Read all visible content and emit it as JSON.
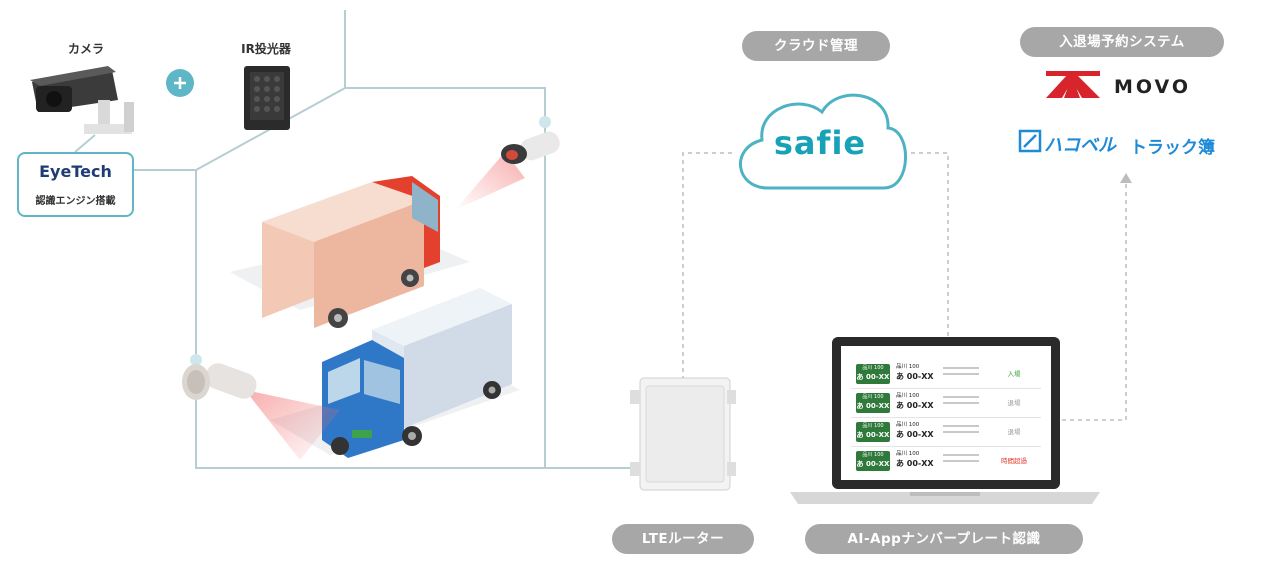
{
  "camera_label": "カメラ",
  "ir_label": "IR投光器",
  "eyetech": {
    "brand": "EyeTech",
    "sub": "認識エンジン搭載"
  },
  "cloud": {
    "pill": "クラウド管理",
    "brand": "safie"
  },
  "reservation": {
    "pill": "入退場予約システム",
    "movo": "MOVO",
    "hako_brand": "ハコベル",
    "hako_sub": "トラック簿"
  },
  "router_label": "LTEルーター",
  "laptop_label": "AI-Appナンバープレート認識",
  "screen_rows": [
    {
      "plate_top": "品川 100",
      "plate_bottom": "あ 00-XX",
      "num_top": "品川 100",
      "num_bottom": "あ 00-XX",
      "status": "入場",
      "status_color": "#3a9d3a"
    },
    {
      "plate_top": "品川 100",
      "plate_bottom": "あ 00-XX",
      "num_top": "品川 100",
      "num_bottom": "あ 00-XX",
      "status": "退場",
      "status_color": "#9a9a9a"
    },
    {
      "plate_top": "品川 100",
      "plate_bottom": "あ 00-XX",
      "num_top": "品川 100",
      "num_bottom": "あ 00-XX",
      "status": "退場",
      "status_color": "#9a9a9a"
    },
    {
      "plate_top": "品川 100",
      "plate_bottom": "あ 00-XX",
      "num_top": "品川 100",
      "num_bottom": "あ 00-XX",
      "status": "時間超過",
      "status_color": "#e03a2a"
    }
  ],
  "colors": {
    "line": "#b5cdd3",
    "accent": "#5fb6c6",
    "pill_bg": "#a7a7a7",
    "safie": "#18a2b8",
    "movo_red": "#d8242b",
    "hako_blue": "#1f8ad8"
  }
}
